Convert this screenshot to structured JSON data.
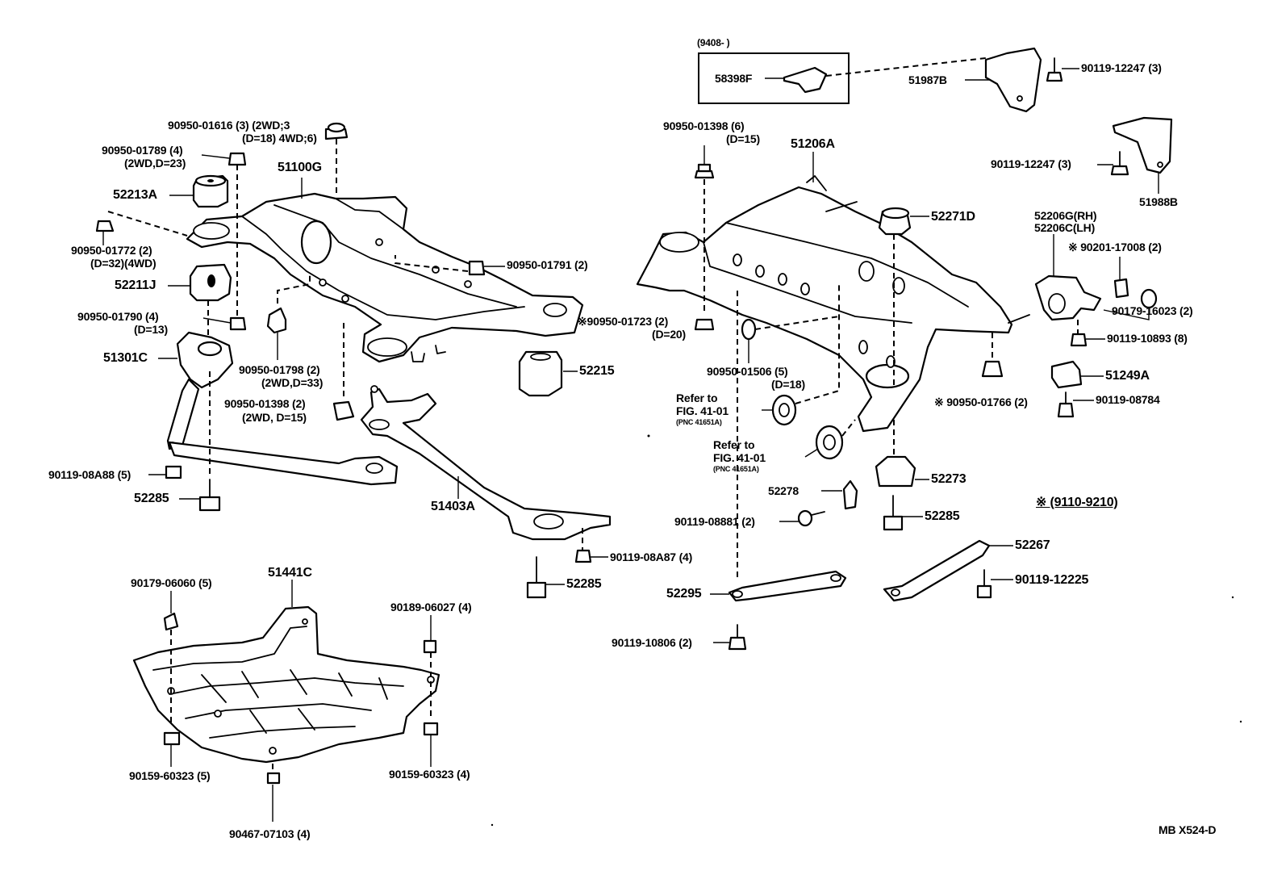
{
  "diagram": {
    "box_header": "(9408-          )",
    "effective_note": "※ (9110-9210)",
    "drawing_code": "MB X524-D",
    "labels": {
      "l_58398F": "58398F",
      "l_51987B": "51987B",
      "l_90119_12247_a": "90119-12247 (3)",
      "l_90119_12247_b": "90119-12247 (3)",
      "l_51988B": "51988B",
      "l_90950_01398_6": "90950-01398 (6)",
      "l_D15_a": "(D=15)",
      "l_51206A": "51206A",
      "l_52271D": "52271D",
      "l_52206G": "52206G(RH)",
      "l_52206C": "52206C(LH)",
      "l_90201_17008": "※ 90201-17008 (2)",
      "l_90179_16023": "90179-16023 (2)",
      "l_90119_10893": "90119-10893 (8)",
      "l_51249A": "51249A",
      "l_90950_01766": "※ 90950-01766 (2)",
      "l_90119_08784": "90119-08784",
      "l_90950_01616": "90950-01616 (3) (2WD;3",
      "l_D18_4WD6": "(D=18)  4WD;6)",
      "l_90950_01789": "90950-01789 (4)",
      "l_2WD_D23": "(2WD,D=23)",
      "l_51100G": "51100G",
      "l_52213A": "52213A",
      "l_90950_01772": "90950-01772 (2)",
      "l_D32_4WD": "(D=32)(4WD)",
      "l_90950_01791": "90950-01791 (2)",
      "l_52211J": "52211J",
      "l_90950_01790": "90950-01790 (4)",
      "l_D13": "(D=13)",
      "l_90950_01723": "※90950-01723 (2)",
      "l_D20": "(D=20)",
      "l_51301C": "51301C",
      "l_52215": "52215",
      "l_90950_01798": "90950-01798 (2)",
      "l_2WD_D33": "(2WD,D=33)",
      "l_90950_01398_2": "90950-01398 (2)",
      "l_2WD_D15": "(2WD, D=15)",
      "l_90950_01506": "90950-01506 (5)",
      "l_D18": "(D=18)",
      "l_refer1": "Refer to",
      "l_fig1": "FIG. 41-01",
      "l_pnc1": "(PNC 41651A)",
      "l_refer2": "Refer to",
      "l_fig2": "FIG. 41-01",
      "l_pnc2": "(PNC 41651A)",
      "l_90119_08A88": "90119-08A88 (5)",
      "l_52285_a": "52285",
      "l_51403A": "51403A",
      "l_52278": "52278",
      "l_52273": "52273",
      "l_90119_08881": "90119-08881 (2)",
      "l_52285_b": "52285",
      "l_90119_08A87": "90119-08A87 (4)",
      "l_52285_c": "52285",
      "l_52267": "52267",
      "l_52295": "52295",
      "l_90119_12225": "90119-12225",
      "l_90119_10806": "90119-10806 (2)",
      "l_90179_06060": "90179-06060 (5)",
      "l_51441C": "51441C",
      "l_90189_06027": "90189-06027 (4)",
      "l_90159_60323_a": "90159-60323 (5)",
      "l_90159_60323_b": "90159-60323 (4)",
      "l_90467_07103": "90467-07103 (4)"
    }
  }
}
